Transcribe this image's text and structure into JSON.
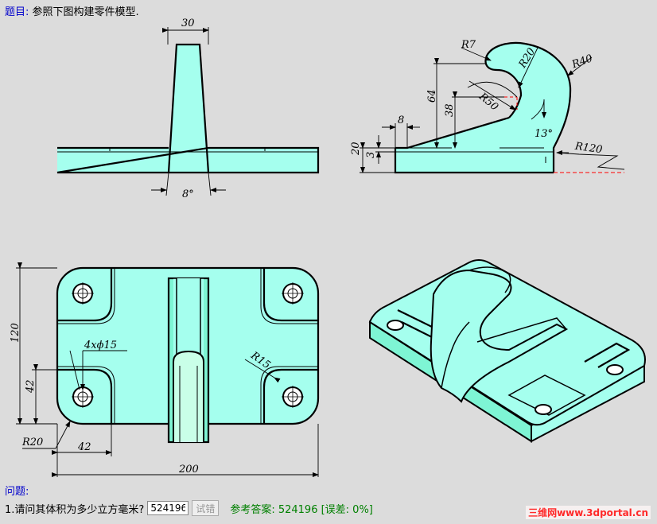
{
  "header": {
    "label": "题目:",
    "text": "参照下图构建零件模型."
  },
  "dimensions": {
    "front_top": "30",
    "front_angle": "8°",
    "side_r7": "R7",
    "side_r20": "R20",
    "side_r40": "R40",
    "side_r50": "R50",
    "side_64": "64",
    "side_38": "38",
    "side_8": "8",
    "side_13": "13°",
    "side_r120": "R120",
    "side_20": "20",
    "side_3": "3",
    "top_120": "120",
    "top_42v": "42",
    "top_hole": "4xϕ15",
    "top_r15": "R15",
    "top_r20": "R20",
    "top_42h": "42",
    "top_200": "200"
  },
  "question": {
    "section_label": "问题:",
    "text": "1.请问其体积为多少立方毫米?",
    "input_value": "524196",
    "try_button": "试错",
    "reference": "参考答案:  524196  [误差:  0%]"
  },
  "watermark": "三维网www.3dportal.cn",
  "colors": {
    "part_fill": "#a5ffee",
    "link_blue": "#0000cc",
    "answer_green": "#008000",
    "dim_red": "#ff0000"
  }
}
